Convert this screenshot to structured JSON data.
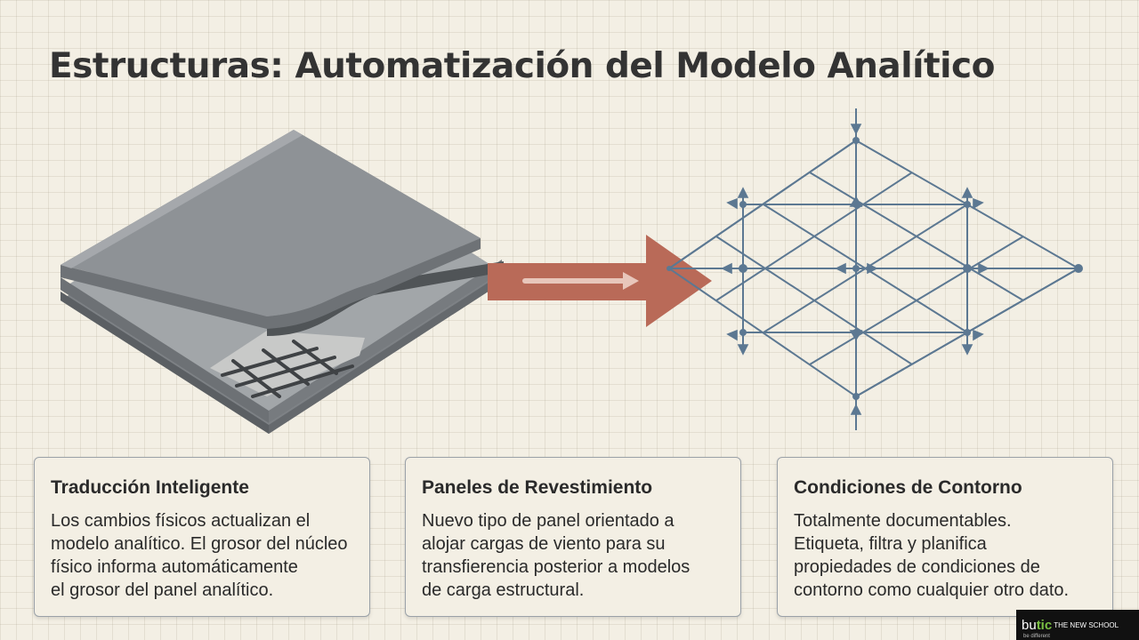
{
  "title": "Estructuras: Automatización del Modelo Analítico",
  "colors": {
    "background": "#f3efe4",
    "arrow": "#b96a58",
    "mesh": "#5c7892",
    "slab_top": "#8e9296"
  },
  "illustration": {
    "left": "layered-concrete-slab-with-rebar",
    "middle": "arrow-right-icon",
    "right": "analytical-mesh-grid"
  },
  "cards": [
    {
      "heading": "Traducción Inteligente",
      "lines": [
        "Los cambios físicos actualizan el",
        "modelo analítico. El grosor del núcleo",
        "físico informa automáticamente",
        "el grosor del panel analítico."
      ]
    },
    {
      "heading": "Paneles de Revestimiento",
      "lines": [
        "Nuevo tipo de panel orientado a",
        "alojar cargas de viento para su",
        "transfierencia posterior a modelos",
        "de carga estructural."
      ]
    },
    {
      "heading": "Condiciones de Contorno",
      "lines": [
        "Totalmente documentables.",
        "Etiqueta, filtra y planifica",
        "propiedades de condiciones de",
        "contorno como cualquier otro dato."
      ]
    }
  ],
  "brand": {
    "part1": "bu",
    "part2": "tic",
    "part3": "THE NEW SCHOOL",
    "tagline": "be different"
  }
}
